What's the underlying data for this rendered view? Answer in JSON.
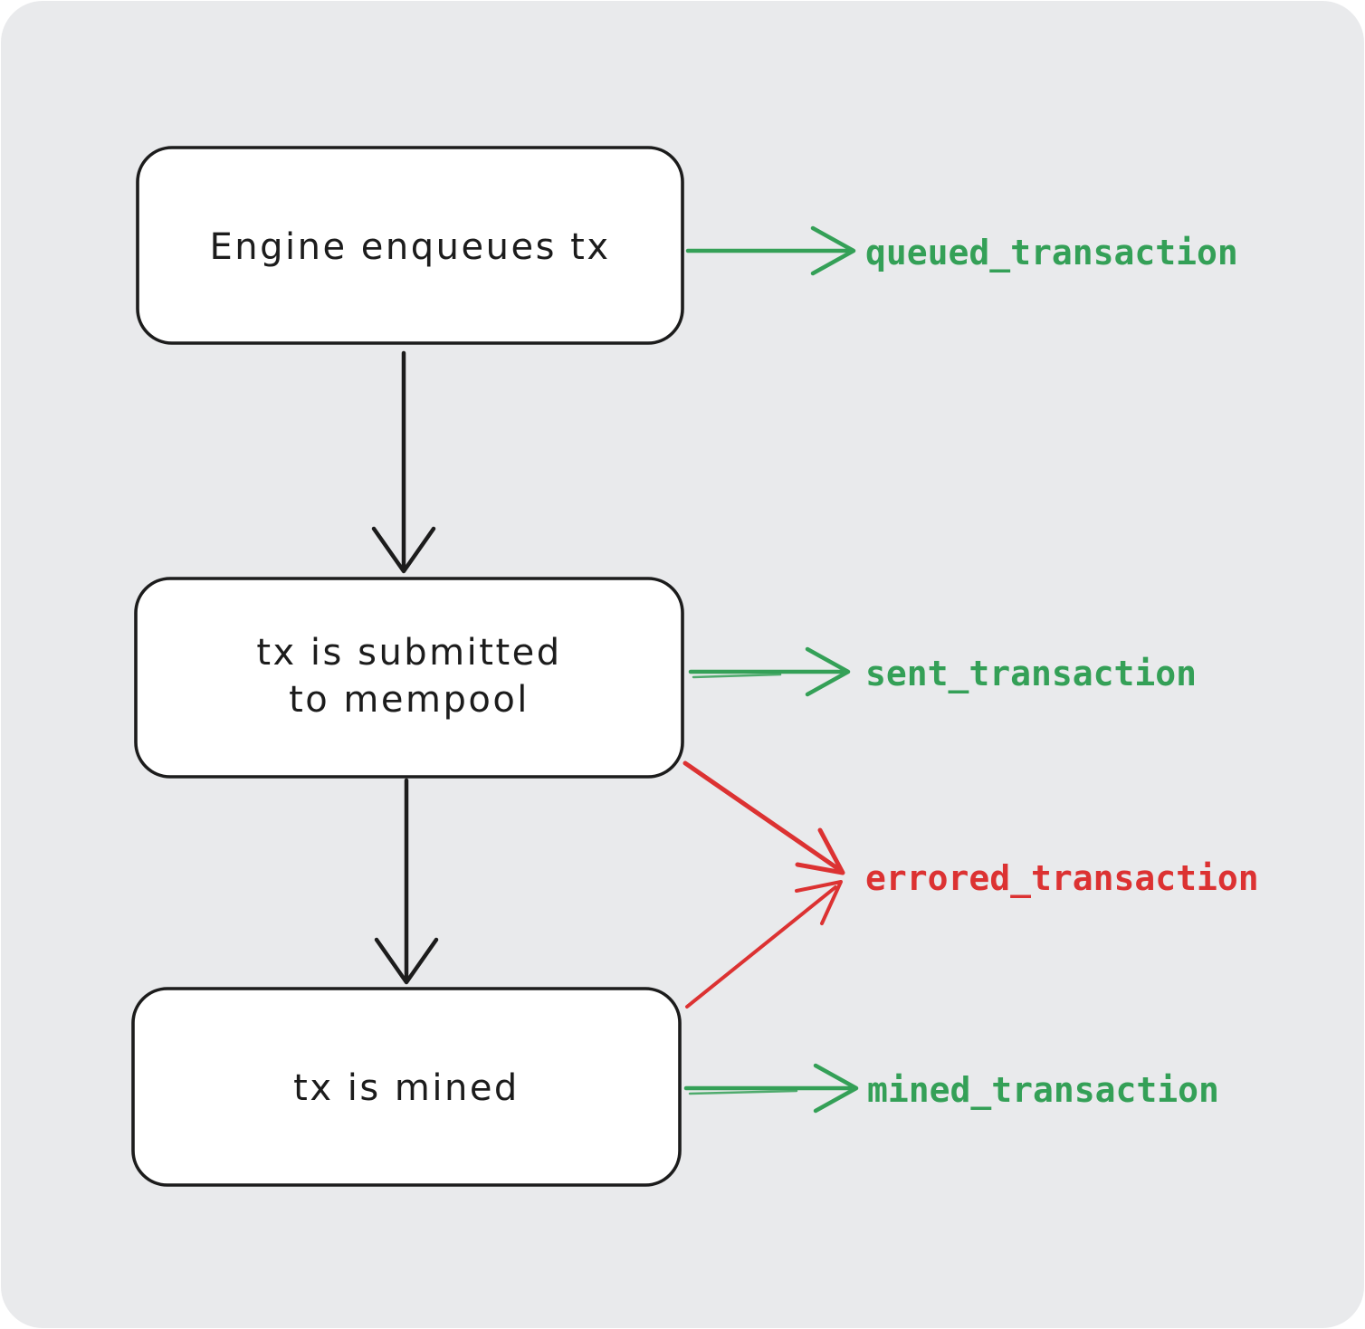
{
  "diagram": {
    "description": "Transaction lifecycle flowchart",
    "background_color": "#e9eaec",
    "node_fill": "#ffffff",
    "ink_color": "#1c1c1c",
    "success_color": "#34a057",
    "error_color": "#dc3232",
    "nodes": [
      {
        "id": "engine-enqueues-tx",
        "label": "Engine enqueues tx"
      },
      {
        "id": "tx-submitted-mempool",
        "label": "tx is submitted to mempool",
        "line1": "tx is submitted",
        "line2": "to mempool"
      },
      {
        "id": "tx-mined",
        "label": "tx is mined"
      }
    ],
    "events": [
      {
        "id": "queued",
        "label": "queued_transaction",
        "status": "success"
      },
      {
        "id": "sent",
        "label": "sent_transaction",
        "status": "success"
      },
      {
        "id": "errored",
        "label": "errored_transaction",
        "status": "error"
      },
      {
        "id": "mined",
        "label": "mined_transaction",
        "status": "success"
      }
    ],
    "edges": [
      {
        "from": "engine-enqueues-tx",
        "to": "tx-submitted-mempool",
        "color": "ink"
      },
      {
        "from": "tx-submitted-mempool",
        "to": "tx-mined",
        "color": "ink"
      },
      {
        "from": "engine-enqueues-tx",
        "to": "queued_transaction",
        "color": "success"
      },
      {
        "from": "tx-submitted-mempool",
        "to": "sent_transaction",
        "color": "success"
      },
      {
        "from": "tx-submitted-mempool",
        "to": "errored_transaction",
        "color": "error"
      },
      {
        "from": "tx-mined",
        "to": "errored_transaction",
        "color": "error"
      },
      {
        "from": "tx-mined",
        "to": "mined_transaction",
        "color": "success"
      }
    ]
  }
}
